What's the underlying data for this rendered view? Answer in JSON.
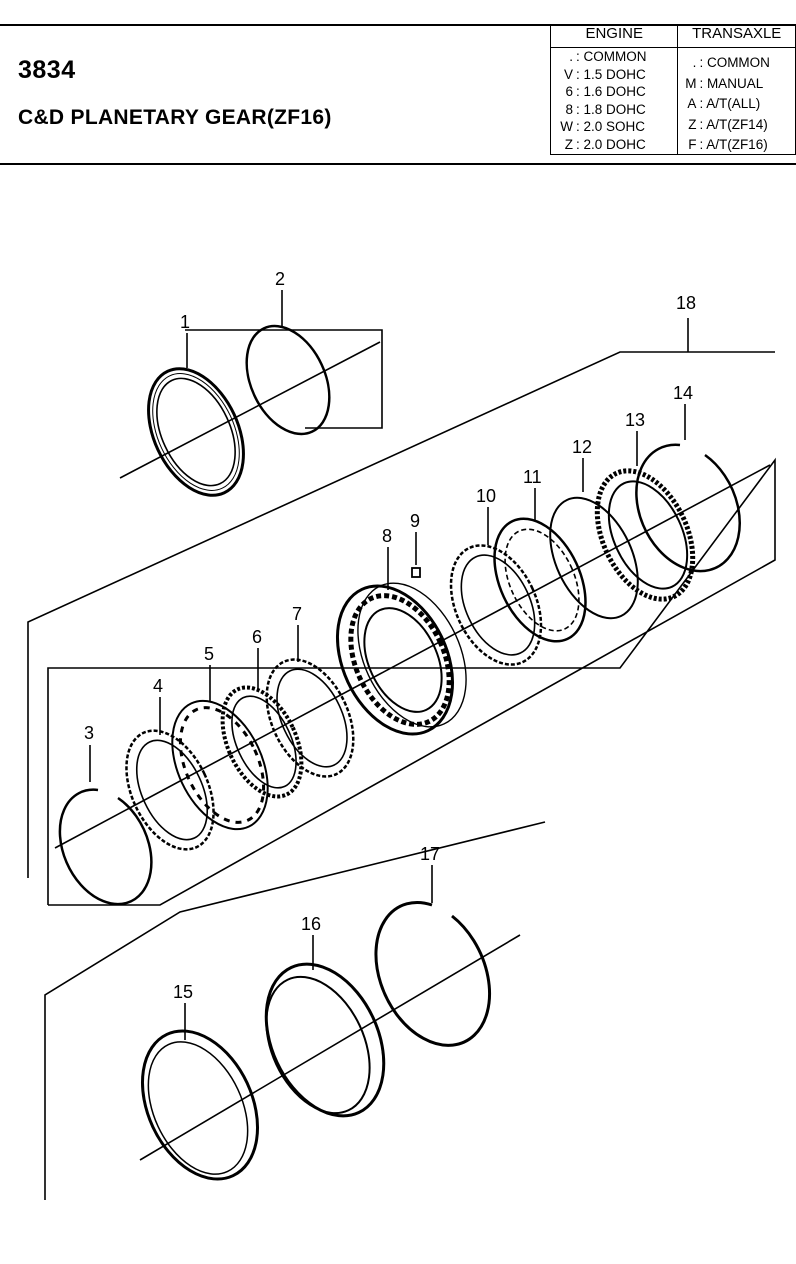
{
  "header": {
    "part_number": "3834",
    "title": "C&D PLANETARY GEAR(ZF16)"
  },
  "legend": {
    "engine": {
      "heading": "ENGINE",
      "rows": [
        {
          "code": ".",
          "label": ": COMMON"
        },
        {
          "code": "V",
          "label": ": 1.5 DOHC"
        },
        {
          "code": "6",
          "label": ": 1.6 DOHC"
        },
        {
          "code": "8",
          "label": ": 1.8 DOHC"
        },
        {
          "code": "W",
          "label": ": 2.0 SOHC"
        },
        {
          "code": "Z",
          "label": ": 2.0 DOHC"
        }
      ]
    },
    "transaxle": {
      "heading": "TRANSAXLE",
      "rows": [
        {
          "code": ".",
          "label": ": COMMON"
        },
        {
          "code": "M",
          "label": ": MANUAL"
        },
        {
          "code": "A",
          "label": ": A/T(ALL)"
        },
        {
          "code": "Z",
          "label": ": A/T(ZF14)"
        },
        {
          "code": "F",
          "label": ": A/T(ZF16)"
        }
      ]
    }
  },
  "callouts": [
    "1",
    "2",
    "3",
    "4",
    "5",
    "6",
    "7",
    "8",
    "9",
    "10",
    "11",
    "12",
    "13",
    "14",
    "15",
    "16",
    "17",
    "18"
  ]
}
